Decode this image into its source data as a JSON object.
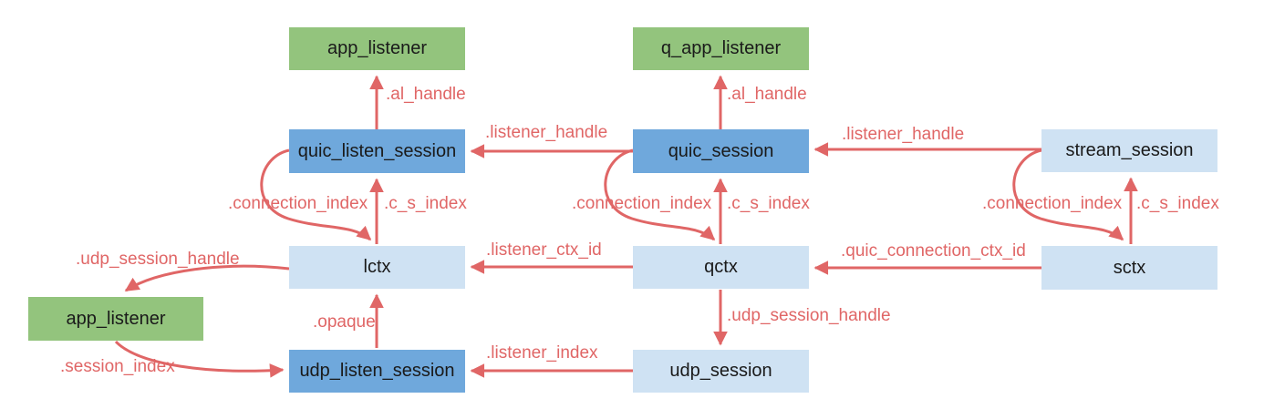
{
  "diagram": {
    "kind": "entity-relationship-diagram",
    "colors": {
      "app_layer_box": "#93C47D",
      "session_layer_box": "#6FA8DC",
      "ctx_layer_box": "#CFE2F3",
      "arrow": "#E06666",
      "box_text": "#1a1a1a"
    },
    "nodes": [
      {
        "id": "app_listener_top",
        "label": "app_listener",
        "type": "green"
      },
      {
        "id": "q_app_listener",
        "label": "q_app_listener",
        "type": "green"
      },
      {
        "id": "quic_listen_session",
        "label": "quic_listen_session",
        "type": "blue"
      },
      {
        "id": "quic_session",
        "label": "quic_session",
        "type": "blue"
      },
      {
        "id": "stream_session",
        "label": "stream_session",
        "type": "light"
      },
      {
        "id": "lctx",
        "label": "lctx",
        "type": "light"
      },
      {
        "id": "qctx",
        "label": "qctx",
        "type": "light"
      },
      {
        "id": "sctx",
        "label": "sctx",
        "type": "light"
      },
      {
        "id": "app_listener_bottom",
        "label": "app_listener",
        "type": "green"
      },
      {
        "id": "udp_listen_session",
        "label": "udp_listen_session",
        "type": "blue"
      },
      {
        "id": "udp_session",
        "label": "udp_session",
        "type": "light"
      }
    ],
    "edges": [
      {
        "label": ".al_handle",
        "from": "quic_listen_session",
        "to": "app_listener_top"
      },
      {
        "label": ".al_handle",
        "from": "quic_session",
        "to": "q_app_listener"
      },
      {
        "label": ".listener_handle",
        "from": "quic_session",
        "to": "quic_listen_session"
      },
      {
        "label": ".listener_handle",
        "from": "stream_session",
        "to": "quic_session"
      },
      {
        "label": ".connection_index",
        "from": "quic_listen_session",
        "to": "lctx"
      },
      {
        "label": ".c_s_index",
        "from": "lctx",
        "to": "quic_listen_session"
      },
      {
        "label": ".connection_index",
        "from": "quic_session",
        "to": "qctx"
      },
      {
        "label": ".c_s_index",
        "from": "qctx",
        "to": "quic_session"
      },
      {
        "label": ".connection_index",
        "from": "stream_session",
        "to": "sctx"
      },
      {
        "label": ".c_s_index",
        "from": "sctx",
        "to": "stream_session"
      },
      {
        "label": ".udp_session_handle",
        "from": "lctx",
        "to": "app_listener_bottom"
      },
      {
        "label": ".listener_ctx_id",
        "from": "qctx",
        "to": "lctx"
      },
      {
        "label": ".quic_connection_ctx_id",
        "from": "sctx",
        "to": "qctx"
      },
      {
        "label": ".opaque",
        "from": "udp_listen_session",
        "to": "lctx"
      },
      {
        "label": ".udp_session_handle",
        "from": "qctx",
        "to": "udp_session"
      },
      {
        "label": ".listener_index",
        "from": "udp_session",
        "to": "udp_listen_session"
      },
      {
        "label": ".session_index",
        "from": "app_listener_bottom",
        "to": "udp_listen_session"
      }
    ]
  }
}
